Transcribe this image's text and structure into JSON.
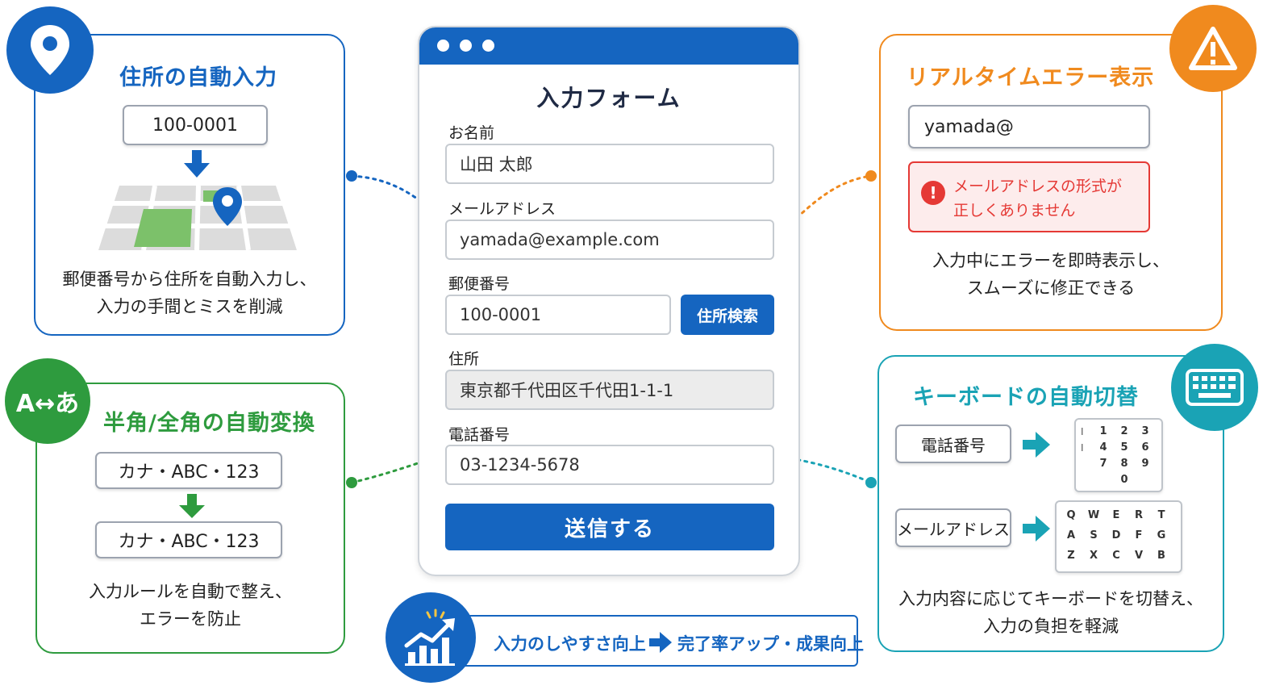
{
  "colors": {
    "blue": "#1565c0",
    "orange": "#f08a1e",
    "green": "#2e9b3e",
    "teal": "#1aa3b5",
    "error_red": "#e53935"
  },
  "address_card": {
    "title": "住所の自動入力",
    "postal_value": "100-0001",
    "desc_line1": "郵便番号から住所を自動入力し、",
    "desc_line2": "入力の手間とミスを削減",
    "icon": "location-pin-icon"
  },
  "width_card": {
    "badge": "A↔あ",
    "title": "半角/全角の自動変換",
    "before": "カナ・ABC・123",
    "after": "カナ・ABC・123",
    "desc_line1": "入力ルールを自動で整え、",
    "desc_line2": "エラーを防止"
  },
  "form": {
    "title": "入力フォーム",
    "name_label": "お名前",
    "name_value": "山田 太郎",
    "email_label": "メールアドレス",
    "email_value": "yamada@example.com",
    "postal_label": "郵便番号",
    "postal_value": "100-0001",
    "search_button": "住所検索",
    "address_label": "住所",
    "address_value": "東京都千代田区千代田1-1-1",
    "phone_label": "電話番号",
    "phone_value": "03-1234-5678",
    "submit_button": "送信する"
  },
  "error_card": {
    "title": "リアルタイムエラー表示",
    "input_value": "yamada@",
    "error_line1": "メールアドレスの形式が",
    "error_line2": "正しくありません",
    "desc_line1": "入力中にエラーを即時表示し、",
    "desc_line2": "スムーズに修正できる",
    "icon": "warning-icon"
  },
  "keyboard_card": {
    "title": "キーボードの自動切替",
    "phone_field": "電話番号",
    "email_field": "メールアドレス",
    "numpad_keys": [
      "1",
      "2",
      "3",
      "4",
      "5",
      "6",
      "7",
      "8",
      "9",
      "0"
    ],
    "qwerty_keys": [
      "Q",
      "W",
      "E",
      "R",
      "T",
      "A",
      "S",
      "D",
      "F",
      "G",
      "Z",
      "X",
      "C",
      "V",
      "B"
    ],
    "desc_line1": "入力内容に応じてキーボードを切替え、",
    "desc_line2": "入力の負担を軽減",
    "icon": "keyboard-icon"
  },
  "footer": {
    "left_text": "入力のしやすさ向上",
    "right_text": "完了率アップ・成果向上",
    "icon": "growth-chart-icon"
  }
}
